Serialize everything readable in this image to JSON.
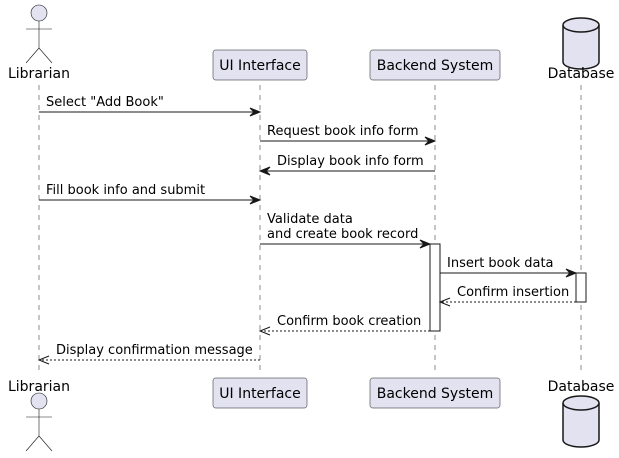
{
  "participants": [
    {
      "id": "librarian",
      "label": "Librarian",
      "kind": "actor"
    },
    {
      "id": "ui",
      "label": "UI Interface",
      "kind": "participant"
    },
    {
      "id": "backend",
      "label": "Backend System",
      "kind": "participant"
    },
    {
      "id": "database",
      "label": "Database",
      "kind": "database"
    }
  ],
  "messages": [
    {
      "from": "librarian",
      "to": "ui",
      "lines": [
        "Select \"Add Book\""
      ],
      "style": "sync"
    },
    {
      "from": "ui",
      "to": "backend",
      "lines": [
        "Request book info form"
      ],
      "style": "sync"
    },
    {
      "from": "backend",
      "to": "ui",
      "lines": [
        "Display book info form"
      ],
      "style": "sync"
    },
    {
      "from": "librarian",
      "to": "ui",
      "lines": [
        "Fill book info and submit"
      ],
      "style": "sync"
    },
    {
      "from": "ui",
      "to": "backend",
      "lines": [
        "Validate data",
        "and create book record"
      ],
      "style": "sync"
    },
    {
      "from": "backend",
      "to": "database",
      "lines": [
        "Insert book data"
      ],
      "style": "sync"
    },
    {
      "from": "database",
      "to": "backend",
      "lines": [
        "Confirm insertion"
      ],
      "style": "reply"
    },
    {
      "from": "backend",
      "to": "ui",
      "lines": [
        "Confirm book creation"
      ],
      "style": "reply"
    },
    {
      "from": "ui",
      "to": "librarian",
      "lines": [
        "Display confirmation message"
      ],
      "style": "reply"
    }
  ],
  "colors": {
    "participant_fill": "#e2e2f0",
    "stroke": "#181818"
  }
}
